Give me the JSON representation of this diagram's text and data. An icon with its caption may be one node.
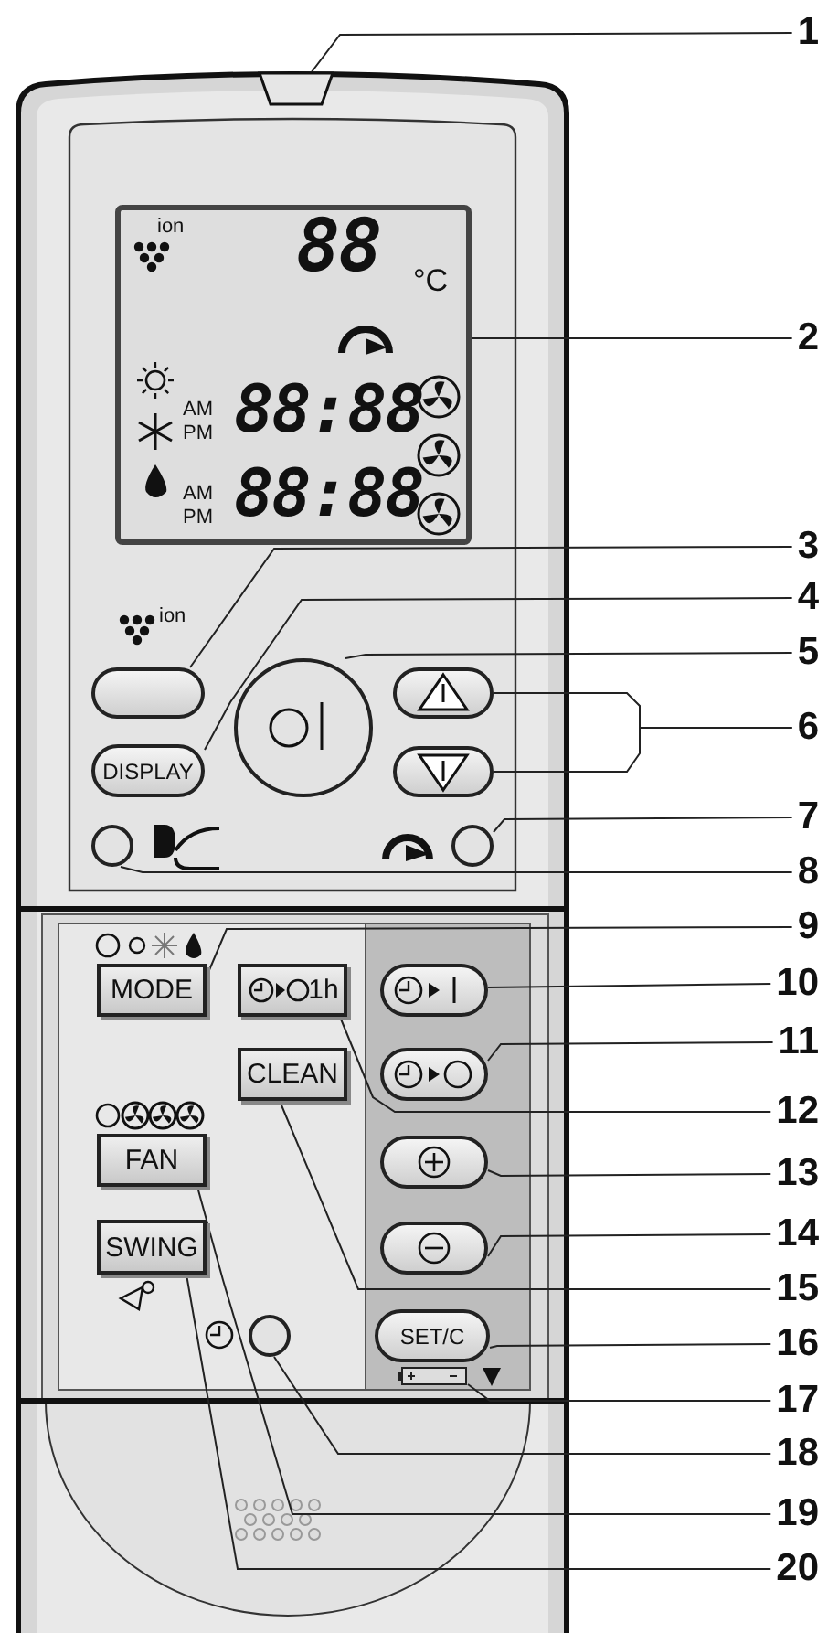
{
  "diagram": {
    "nodes": [
      {
        "text": [
          "1"
        ]
      },
      {
        "text": [
          "2"
        ]
      },
      {
        "text": [
          "3"
        ]
      },
      {
        "text": [
          "4"
        ]
      },
      {
        "text": [
          "5"
        ]
      },
      {
        "text": [
          "6"
        ]
      },
      {
        "text": [
          "7"
        ]
      },
      {
        "text": [
          "8"
        ]
      },
      {
        "text": [
          "9"
        ]
      },
      {
        "text": [
          "10"
        ]
      },
      {
        "text": [
          "11"
        ]
      },
      {
        "text": [
          "12"
        ]
      },
      {
        "text": [
          "13"
        ]
      },
      {
        "text": [
          "14"
        ]
      },
      {
        "text": [
          "15"
        ]
      },
      {
        "text": [
          "16"
        ]
      },
      {
        "text": [
          "17"
        ]
      },
      {
        "text": [
          "18"
        ]
      },
      {
        "text": [
          "19"
        ]
      },
      {
        "text": [
          "20"
        ]
      },
      {
        "text": [],
        "shape": "box"
      },
      {
        "text": [
          "ion",
          "88",
          "°C",
          "AM",
          "PM",
          "88:88",
          "AM",
          "PM",
          "88:88"
        ]
      },
      {
        "text": [],
        "shape": "button"
      },
      {
        "text": [
          "DISPLAY"
        ]
      },
      {
        "text": [],
        "shape": "circle"
      },
      {
        "text": [],
        "shape": "button"
      },
      {
        "text": [],
        "shape": "button"
      },
      {
        "text": [],
        "shape": "circle"
      },
      {
        "text": [],
        "shape": "circle"
      },
      {
        "text": [
          "MODE"
        ]
      },
      {
        "text": [],
        "shape": "button"
      },
      {
        "text": [],
        "shape": "button"
      },
      {
        "text": [
          "1h"
        ]
      },
      {
        "text": [],
        "shape": "button"
      },
      {
        "text": [],
        "shape": "button"
      },
      {
        "text": [
          "CLEAN"
        ]
      },
      {
        "text": [
          "SET/C"
        ]
      },
      {
        "text": [],
        "shape": "battery"
      },
      {
        "text": [],
        "shape": "circle"
      },
      {
        "text": [
          "FAN"
        ]
      },
      {
        "text": [
          "SWING"
        ]
      }
    ],
    "edges": [
      {
        "from": 0,
        "to": 20,
        "arrow": "none"
      },
      {
        "from": 1,
        "to": 21,
        "arrow": "none"
      },
      {
        "from": 2,
        "to": 22,
        "arrow": "none"
      },
      {
        "from": 3,
        "to": 23,
        "arrow": "none"
      },
      {
        "from": 4,
        "to": 24,
        "arrow": "none"
      },
      {
        "from": 5,
        "to": 25,
        "arrow": "none"
      },
      {
        "from": 5,
        "to": 26,
        "arrow": "none"
      },
      {
        "from": 6,
        "to": 27,
        "arrow": "none"
      },
      {
        "from": 7,
        "to": 28,
        "arrow": "none"
      },
      {
        "from": 8,
        "to": 29,
        "arrow": "none"
      },
      {
        "from": 9,
        "to": 30,
        "arrow": "none"
      },
      {
        "from": 10,
        "to": 31,
        "arrow": "none"
      },
      {
        "from": 11,
        "to": 32,
        "arrow": "none"
      },
      {
        "from": 12,
        "to": 33,
        "arrow": "none"
      },
      {
        "from": 13,
        "to": 34,
        "arrow": "none"
      },
      {
        "from": 14,
        "to": 35,
        "arrow": "none"
      },
      {
        "from": 15,
        "to": 36,
        "arrow": "none"
      },
      {
        "from": 16,
        "to": 37,
        "arrow": "none"
      },
      {
        "from": 17,
        "to": 38,
        "arrow": "none"
      },
      {
        "from": 18,
        "to": 39,
        "arrow": "none"
      },
      {
        "from": 19,
        "to": 40,
        "arrow": "none"
      }
    ],
    "labels": [
      "ion"
    ]
  }
}
